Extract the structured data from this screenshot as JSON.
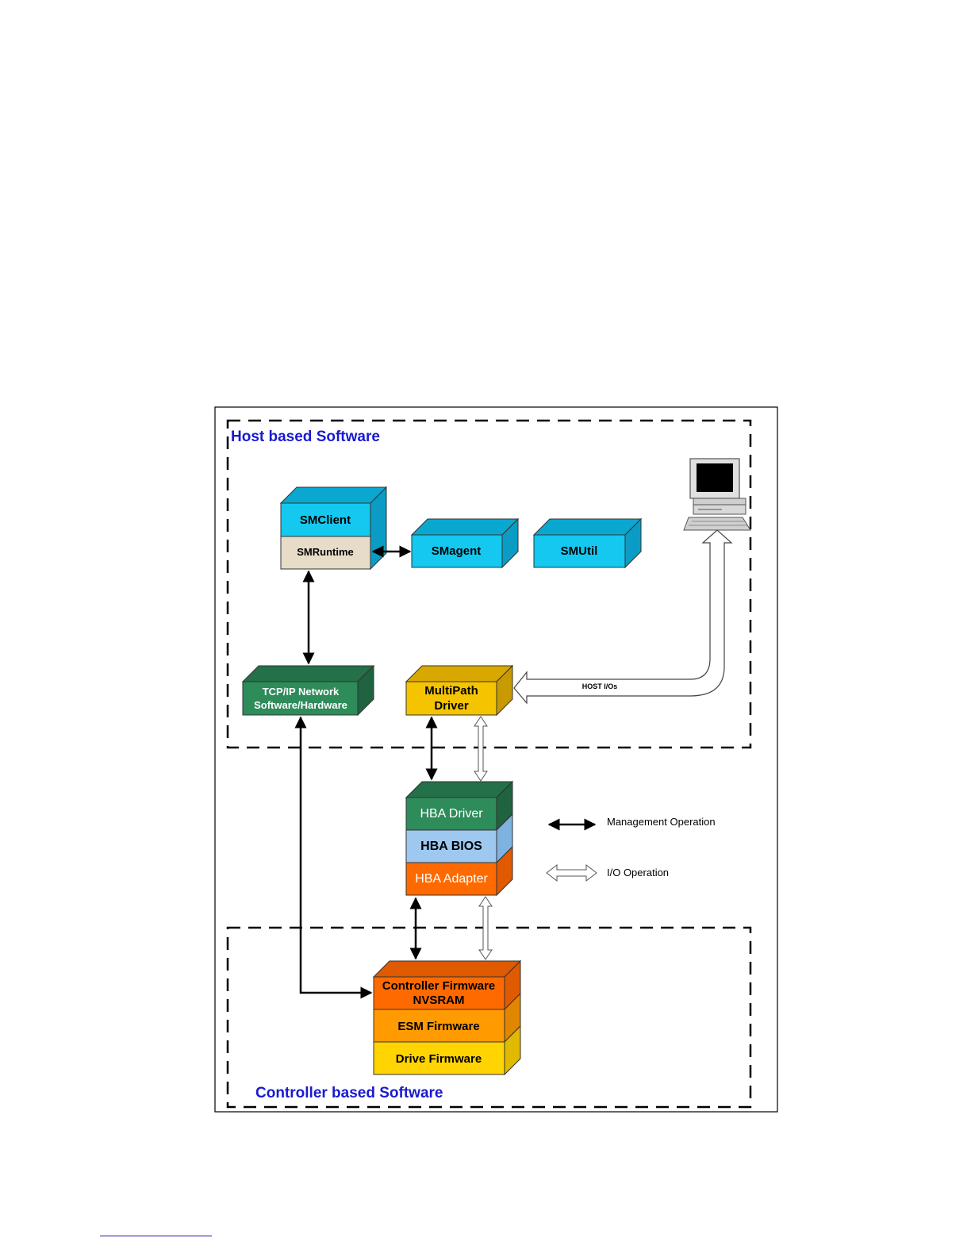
{
  "regions": {
    "host": {
      "label": "Host based Software"
    },
    "controller": {
      "label": "Controller based Software"
    }
  },
  "components": {
    "smclient": {
      "label": "SMClient"
    },
    "smruntime": {
      "label": "SMRuntime"
    },
    "smagent": {
      "label": "SMagent"
    },
    "smutil": {
      "label": "SMUtil"
    },
    "tcpip": {
      "line1": "TCP/IP Network",
      "line2": "Software/Hardware"
    },
    "multipath": {
      "line1": "MultiPath",
      "line2": "Driver"
    },
    "hba_driver": {
      "label": "HBA Driver"
    },
    "hba_bios": {
      "label": "HBA BIOS"
    },
    "hba_adapter": {
      "label": "HBA Adapter"
    },
    "controller_fw": {
      "line1": "Controller Firmware",
      "line2": "NVSRAM"
    },
    "esm_fw": {
      "label": "ESM Firmware"
    },
    "drive_fw": {
      "label": "Drive Firmware"
    }
  },
  "host_io_label": "HOST I/Os",
  "legend": {
    "management": "Management Operation",
    "io": "I/O Operation"
  },
  "colors": {
    "region_label": "#1a1ad0",
    "sm_cyan": "#14c8f0",
    "runtime_tan": "#e6dcc8",
    "network_green": "#2e8b5a",
    "multipath_yellow": "#f5c400",
    "hba_bios_blue": "#9ec8f0",
    "orange": "#ff6a00",
    "esm_orange": "#ff9a00",
    "drive_yellow": "#ffd400"
  }
}
